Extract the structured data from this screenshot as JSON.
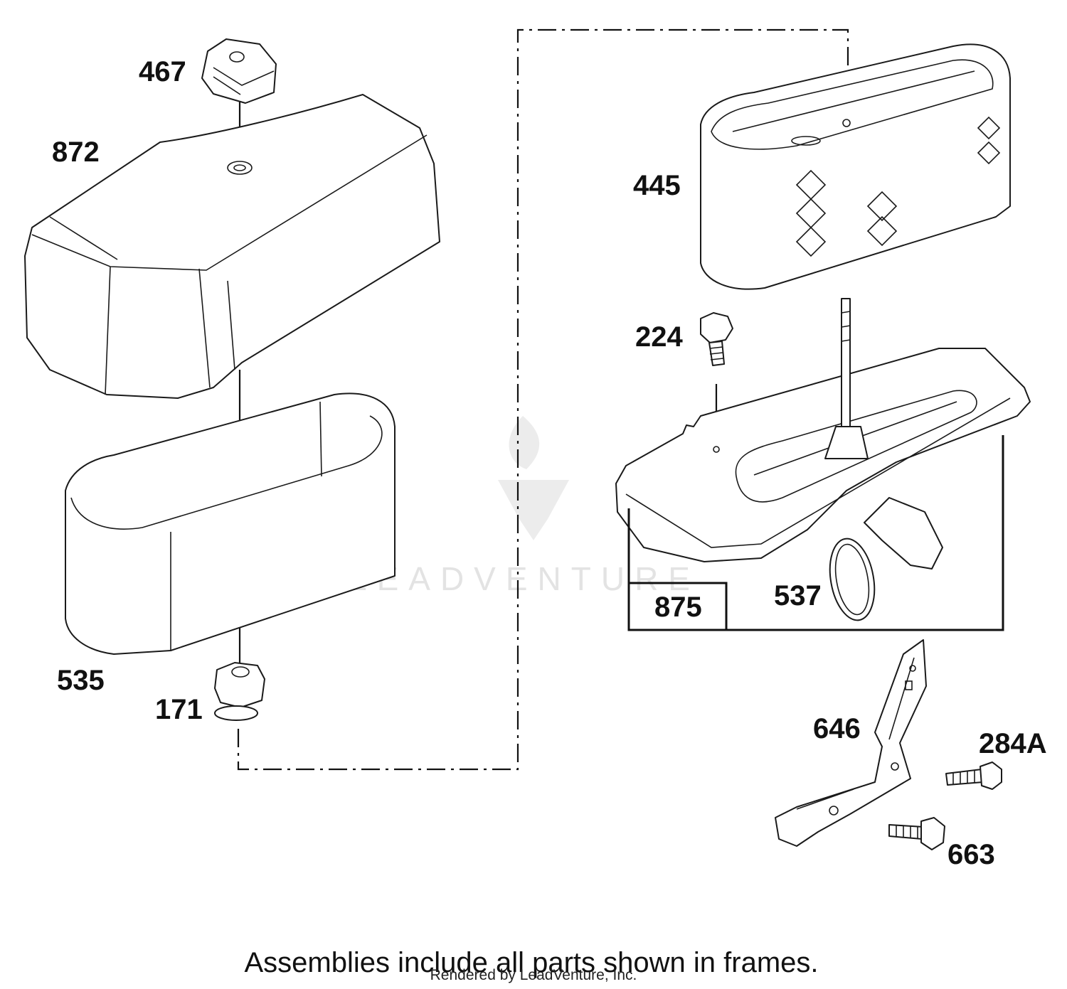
{
  "labels": {
    "p467": "467",
    "p872": "872",
    "p535": "535",
    "p171": "171",
    "p445": "445",
    "p224": "224",
    "p875": "875",
    "p537": "537",
    "p646": "646",
    "p284a": "284A",
    "p663": "663"
  },
  "footer": {
    "note": "Assemblies include all parts shown in frames.",
    "credit": "Rendered by LeadVenture, Inc."
  },
  "watermark": {
    "text": "LEADVENTURE"
  }
}
